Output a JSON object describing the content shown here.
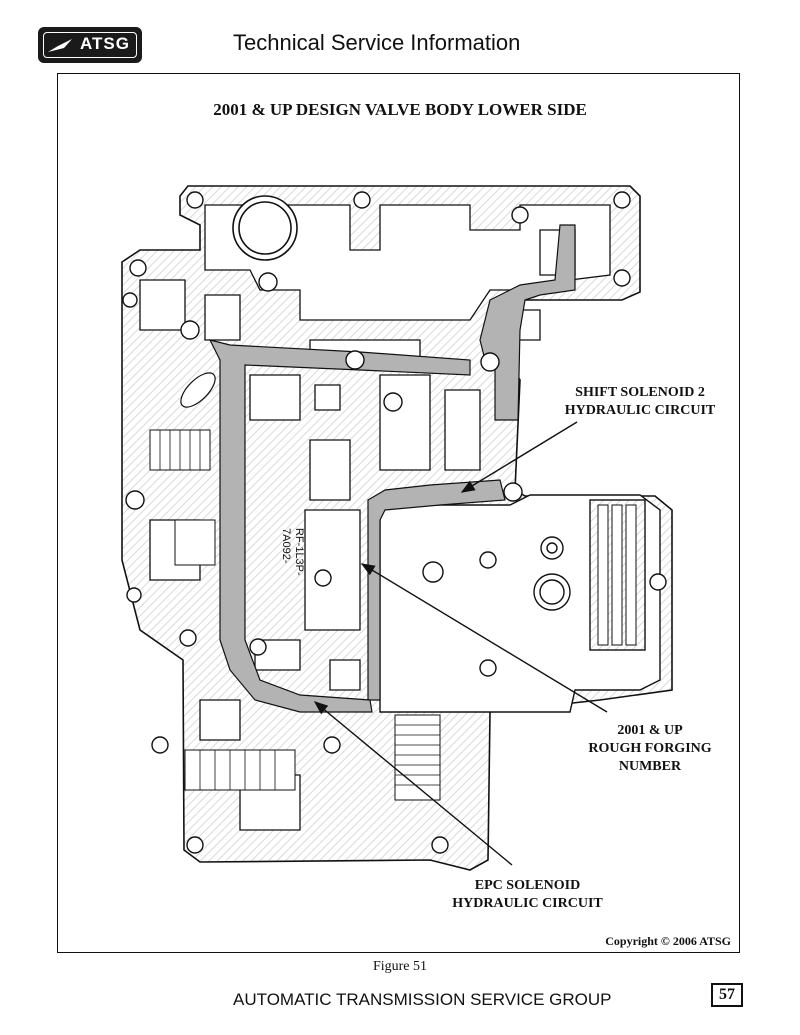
{
  "header": {
    "logo_text": "ATSG",
    "title": "Technical Service Information"
  },
  "figure": {
    "title": "2001 & UP DESIGN VALVE BODY LOWER SIDE",
    "forging_number_lines": [
      "RF-1L3P-",
      "7A092-"
    ],
    "callouts": {
      "shift_solenoid_2": [
        "SHIFT SOLENOID 2",
        "HYDRAULIC CIRCUIT"
      ],
      "rough_forging": [
        "2001 & UP",
        "ROUGH FORGING",
        "NUMBER"
      ],
      "epc_solenoid": [
        "EPC SOLENOID",
        "HYDRAULIC CIRCUIT"
      ]
    },
    "copyright": "Copyright © 2006 ATSG",
    "caption": "Figure 51"
  },
  "footer": {
    "text": "AUTOMATIC TRANSMISSION SERVICE GROUP",
    "page_number": "57"
  },
  "colors": {
    "ink": "#111111",
    "highlight": "#b3b3b3",
    "hatch": "#d9d9d9"
  }
}
